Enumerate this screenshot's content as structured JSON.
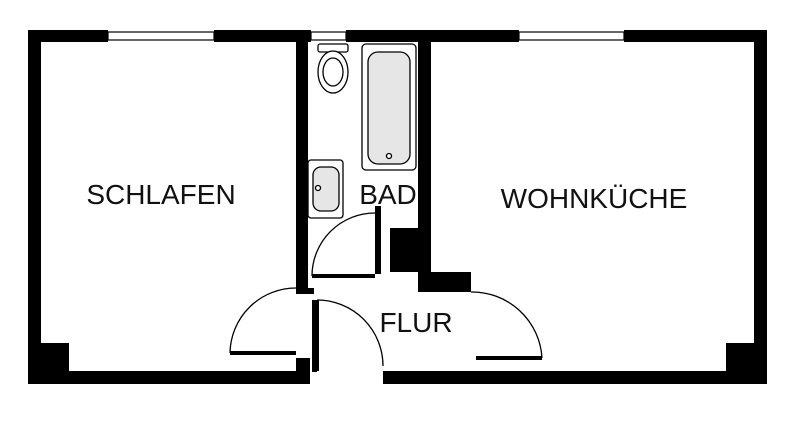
{
  "rooms": {
    "bedroom": "SCHLAFEN",
    "bathroom": "BAD",
    "kitchen_living": "WOHNKÜCHE",
    "hallway": "FLUR"
  },
  "colors": {
    "wall": "#000000",
    "background": "#ffffff"
  }
}
